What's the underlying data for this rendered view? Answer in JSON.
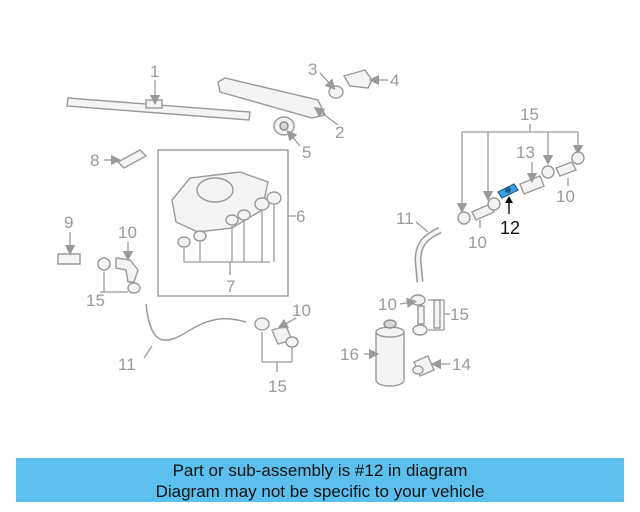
{
  "diagram": {
    "callouts": {
      "c1": "1",
      "c2": "2",
      "c3": "3",
      "c4": "4",
      "c5": "5",
      "c6": "6",
      "c7": "7",
      "c8": "8",
      "c9": "9",
      "c10a": "10",
      "c10b": "10",
      "c10c": "10",
      "c10d": "10",
      "c10e": "10",
      "c11a": "11",
      "c11b": "11",
      "c12": "12",
      "c13": "13",
      "c14": "14",
      "c15a": "15",
      "c15b": "15",
      "c15c": "15",
      "c15d": "15",
      "c16": "16"
    },
    "highlight_color": "#3aa0e0"
  },
  "banner": {
    "line1": "Part or sub-assembly is #12 in diagram",
    "line2": "Diagram may not be specific to your vehicle",
    "background": "#5bc0ee"
  }
}
